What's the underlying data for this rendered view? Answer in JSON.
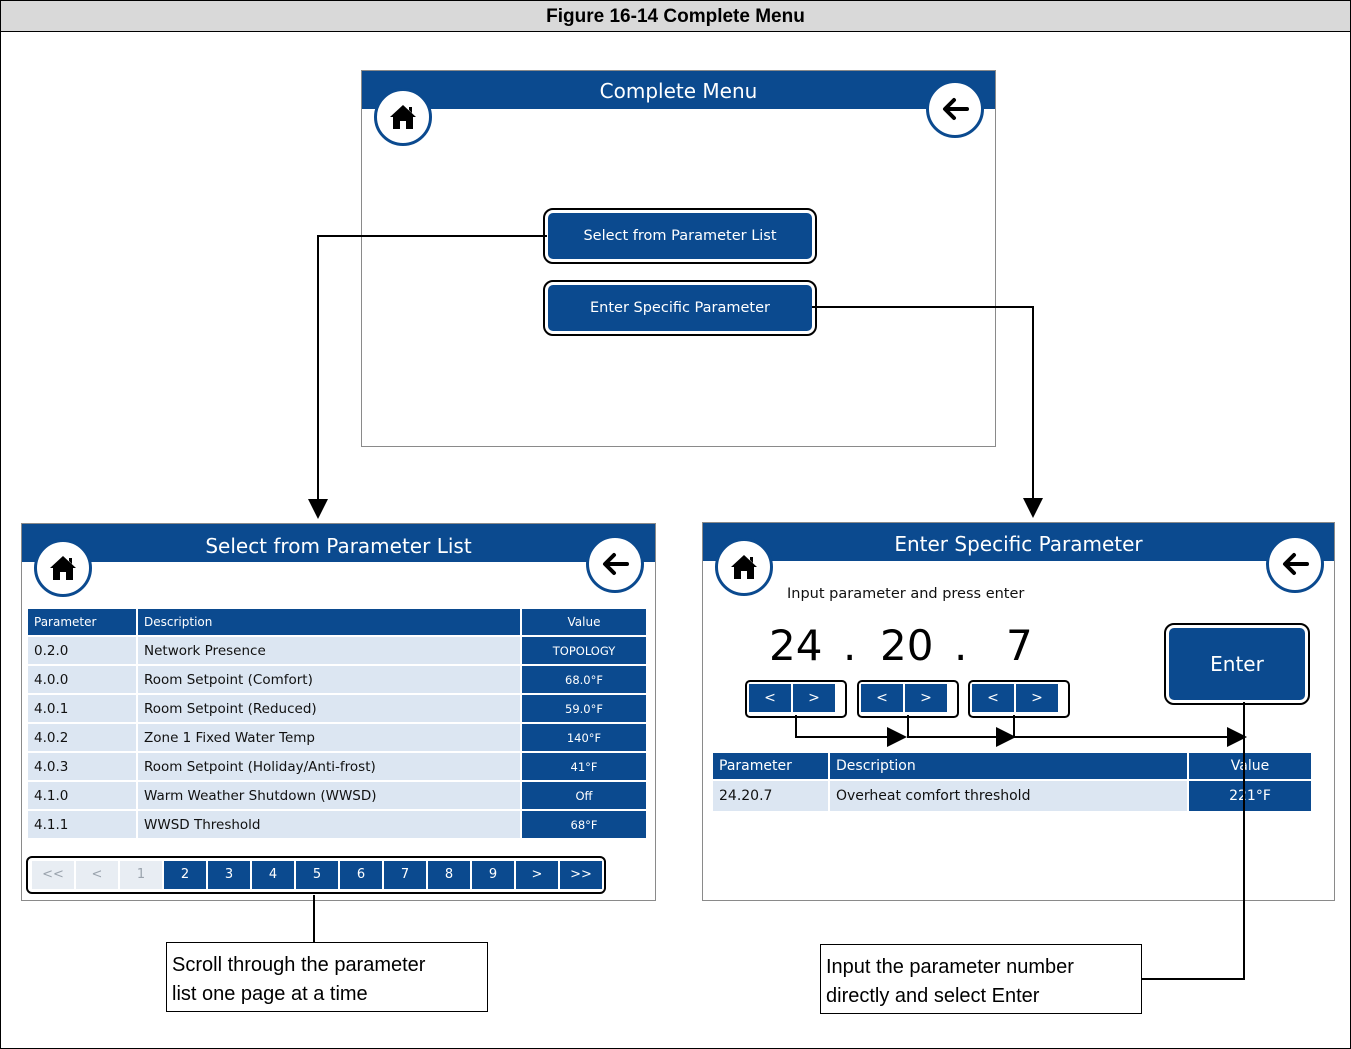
{
  "figure_title": "Figure 16-14 Complete Menu",
  "main_screen": {
    "title": "Complete Menu",
    "buttons": {
      "select_list": "Select from Parameter List",
      "enter_specific": "Enter Specific Parameter"
    }
  },
  "list_screen": {
    "title": "Select from Parameter List",
    "columns": {
      "parameter": "Parameter",
      "description": "Description",
      "value": "Value"
    },
    "rows": [
      {
        "parameter": "0.2.0",
        "description": "Network Presence",
        "value": "TOPOLOGY"
      },
      {
        "parameter": "4.0.0",
        "description": "Room Setpoint (Comfort)",
        "value": "68.0°F"
      },
      {
        "parameter": "4.0.1",
        "description": "Room Setpoint (Reduced)",
        "value": "59.0°F"
      },
      {
        "parameter": "4.0.2",
        "description": "Zone 1 Fixed Water Temp",
        "value": "140°F"
      },
      {
        "parameter": "4.0.3",
        "description": "Room Setpoint (Holiday/Anti-frost)",
        "value": "41°F"
      },
      {
        "parameter": "4.1.0",
        "description": "Warm Weather Shutdown (WWSD)",
        "value": "Off"
      },
      {
        "parameter": "4.1.1",
        "description": "WWSD Threshold",
        "value": "68°F"
      }
    ],
    "pager": {
      "first": "<<",
      "prev": "<",
      "pages": [
        "1",
        "2",
        "3",
        "4",
        "5",
        "6",
        "7",
        "8",
        "9"
      ],
      "current_page": "1",
      "next": ">",
      "last": ">>"
    }
  },
  "enter_screen": {
    "title": "Enter Specific Parameter",
    "instruction": "Input parameter and press enter",
    "digits": {
      "a": "24",
      "dot1": ".",
      "b": "20",
      "dot2": ".",
      "c": "7"
    },
    "dec_label": "<",
    "inc_label": ">",
    "enter_label": "Enter",
    "columns": {
      "parameter": "Parameter",
      "description": "Description",
      "value": "Value"
    },
    "row": {
      "parameter": "24.20.7",
      "description": "Overheat comfort threshold",
      "value": "221°F"
    }
  },
  "callouts": {
    "left_line1": "Scroll through the parameter",
    "left_line2": "list one page at a time",
    "right_line1": "Input the parameter number",
    "right_line2": "directly and select Enter"
  },
  "colors": {
    "accent": "#0b4a8f",
    "row_bg": "#dce6f2",
    "title_bar": "#d9d9d9"
  },
  "icons": {
    "home": "home-icon",
    "back": "back-arrow-icon"
  }
}
